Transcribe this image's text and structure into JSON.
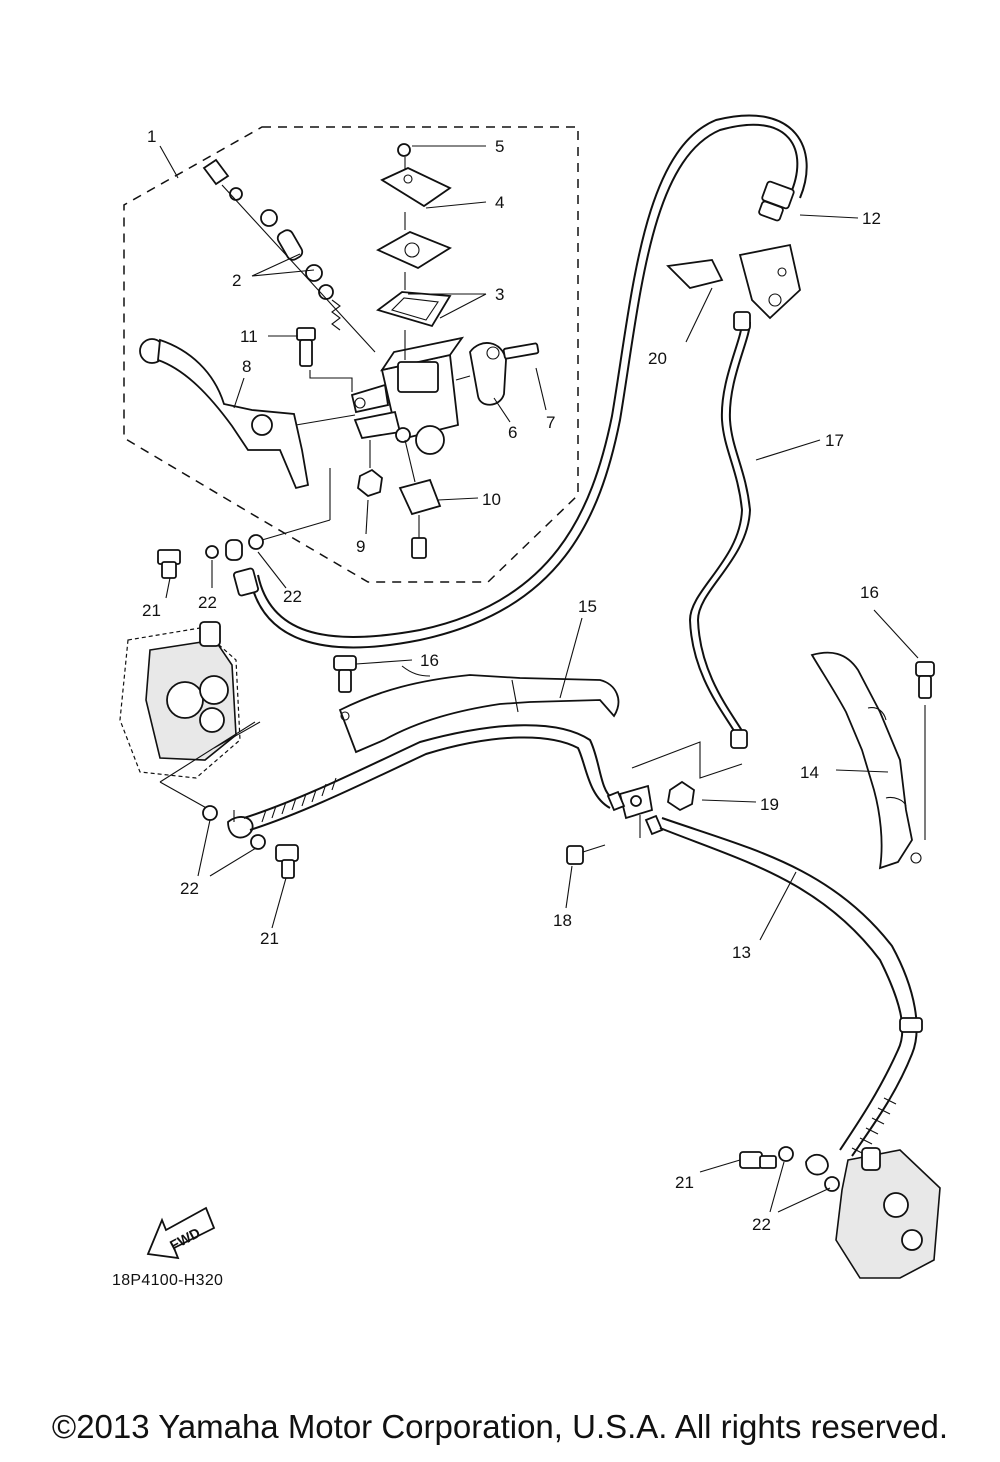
{
  "callouts": [
    "1",
    "2",
    "3",
    "4",
    "5",
    "6",
    "7",
    "8",
    "9",
    "10",
    "11",
    "12",
    "13",
    "14",
    "15",
    "16",
    "16",
    "17",
    "18",
    "19",
    "20",
    "21",
    "21",
    "21",
    "22",
    "22",
    "22",
    "22"
  ],
  "fwd_label": "FWD",
  "diagram_code": "18P4100-H320",
  "copyright": "©2013 Yamaha Motor Corporation, U.S.A. All rights reserved."
}
